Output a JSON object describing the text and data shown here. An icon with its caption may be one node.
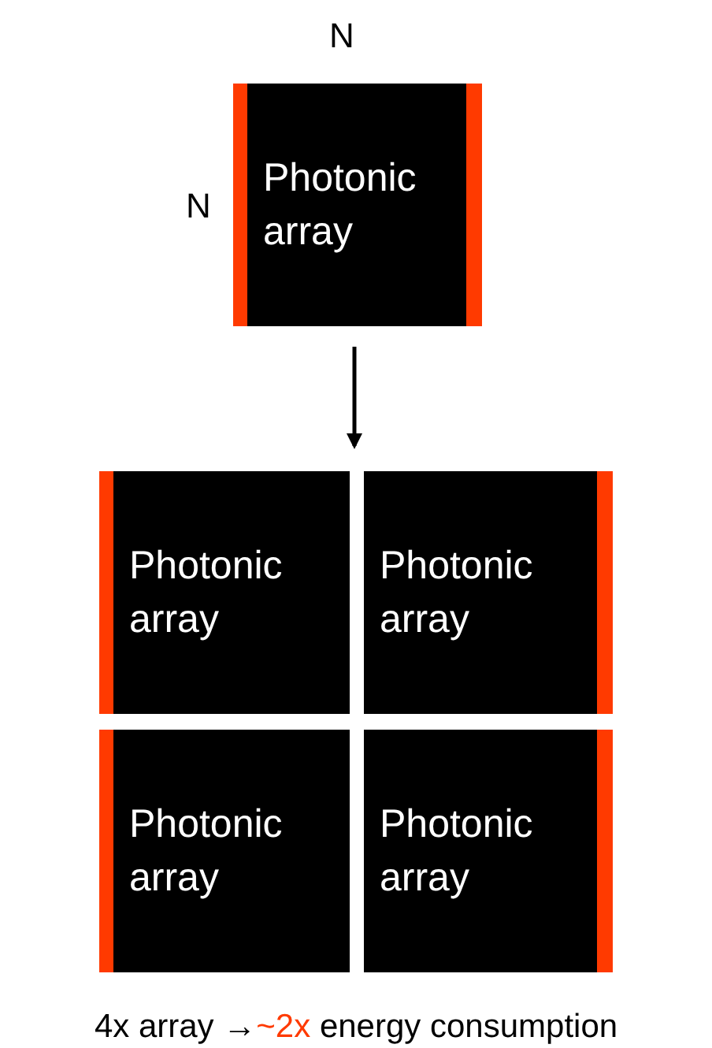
{
  "diagram": {
    "nodes": [
      {
        "text": [
          "Photonic array"
        ]
      },
      {
        "text": [
          "Photonic array"
        ]
      },
      {
        "text": [
          "Photonic array"
        ]
      },
      {
        "text": [
          "Photonic array"
        ]
      },
      {
        "text": [
          "Photonic array"
        ]
      }
    ],
    "edges": [
      {
        "from": 0,
        "to": 2,
        "arrow": "to"
      }
    ],
    "labels": [
      "N",
      "N",
      "4x array →",
      "~2x",
      "energy consumption"
    ]
  }
}
